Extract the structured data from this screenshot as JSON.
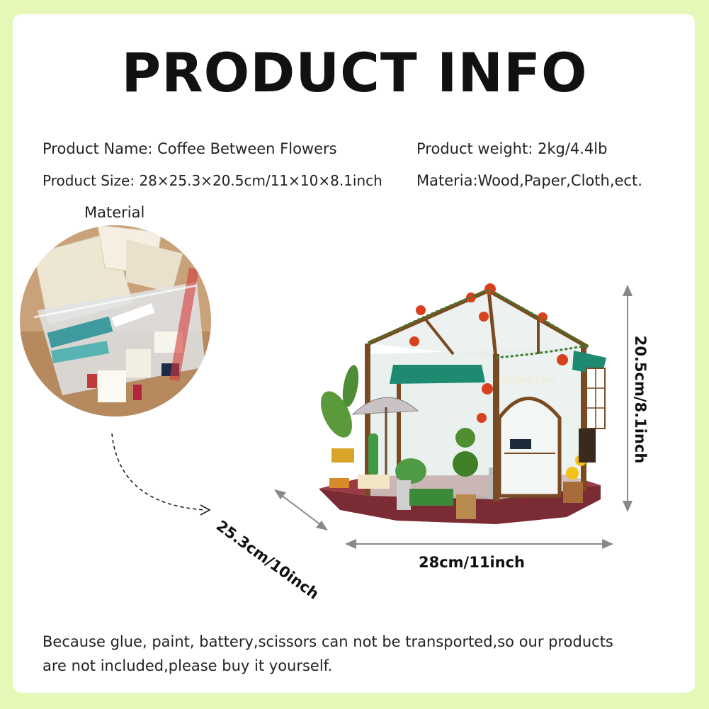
{
  "title": "PRODUCT INFO",
  "specs": {
    "name": "Product Name: Coffee Between Flowers",
    "weight": "Product weight:  2kg/4.4lb",
    "size": "Product Size: 28×25.3×20.5cm/11×10×8.1inch",
    "material": "Materia:Wood,Paper,Cloth,ect."
  },
  "material_label": "Material",
  "dimensions": {
    "height": "20.5cm/8.1inch",
    "depth": "25.3cm/10inch",
    "width": "28cm/11inch"
  },
  "cafe_sign": "Garden Cafe",
  "footer": {
    "line1": "Because glue, paint, battery,scissors can not be transported,so our products",
    "line2": "are not included,please buy it yourself."
  },
  "colors": {
    "background": "#e5f8b8",
    "card": "#ffffff",
    "frame": "#7a4a22",
    "awning": "#1f8a72",
    "rose": "#d9401f",
    "floor": "#7a2b33"
  }
}
